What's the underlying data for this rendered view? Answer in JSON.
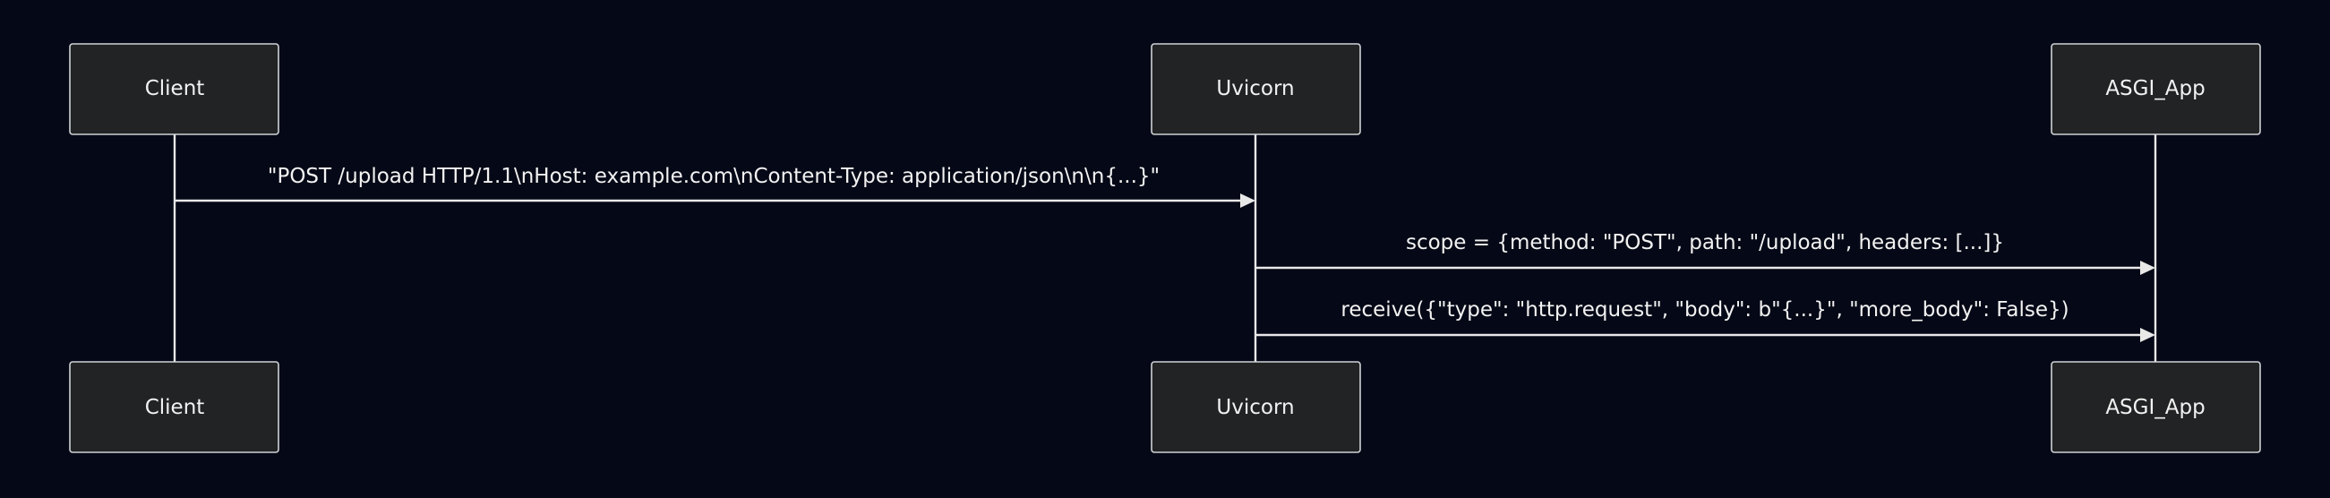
{
  "participants": [
    {
      "id": "client",
      "label": "Client"
    },
    {
      "id": "uvicorn",
      "label": "Uvicorn"
    },
    {
      "id": "asgi",
      "label": "ASGI_App"
    }
  ],
  "messages": [
    {
      "from": "client",
      "to": "uvicorn",
      "label": "\"POST /upload HTTP/1.1\\nHost: example.com\\nContent-Type: application/json\\n\\n{...}\""
    },
    {
      "from": "uvicorn",
      "to": "asgi",
      "label": "scope = {method: \"POST\", path: \"/upload\", headers: [...]}"
    },
    {
      "from": "uvicorn",
      "to": "asgi",
      "label": "receive({\"type\": \"http.request\", \"body\": b\"{...}\", \"more_body\": False})"
    }
  ],
  "colors": {
    "background": "#050816",
    "box_fill": "#222324",
    "box_stroke": "#cfd2d6",
    "line": "#e8e8e8",
    "text": "#f2f2f2"
  }
}
